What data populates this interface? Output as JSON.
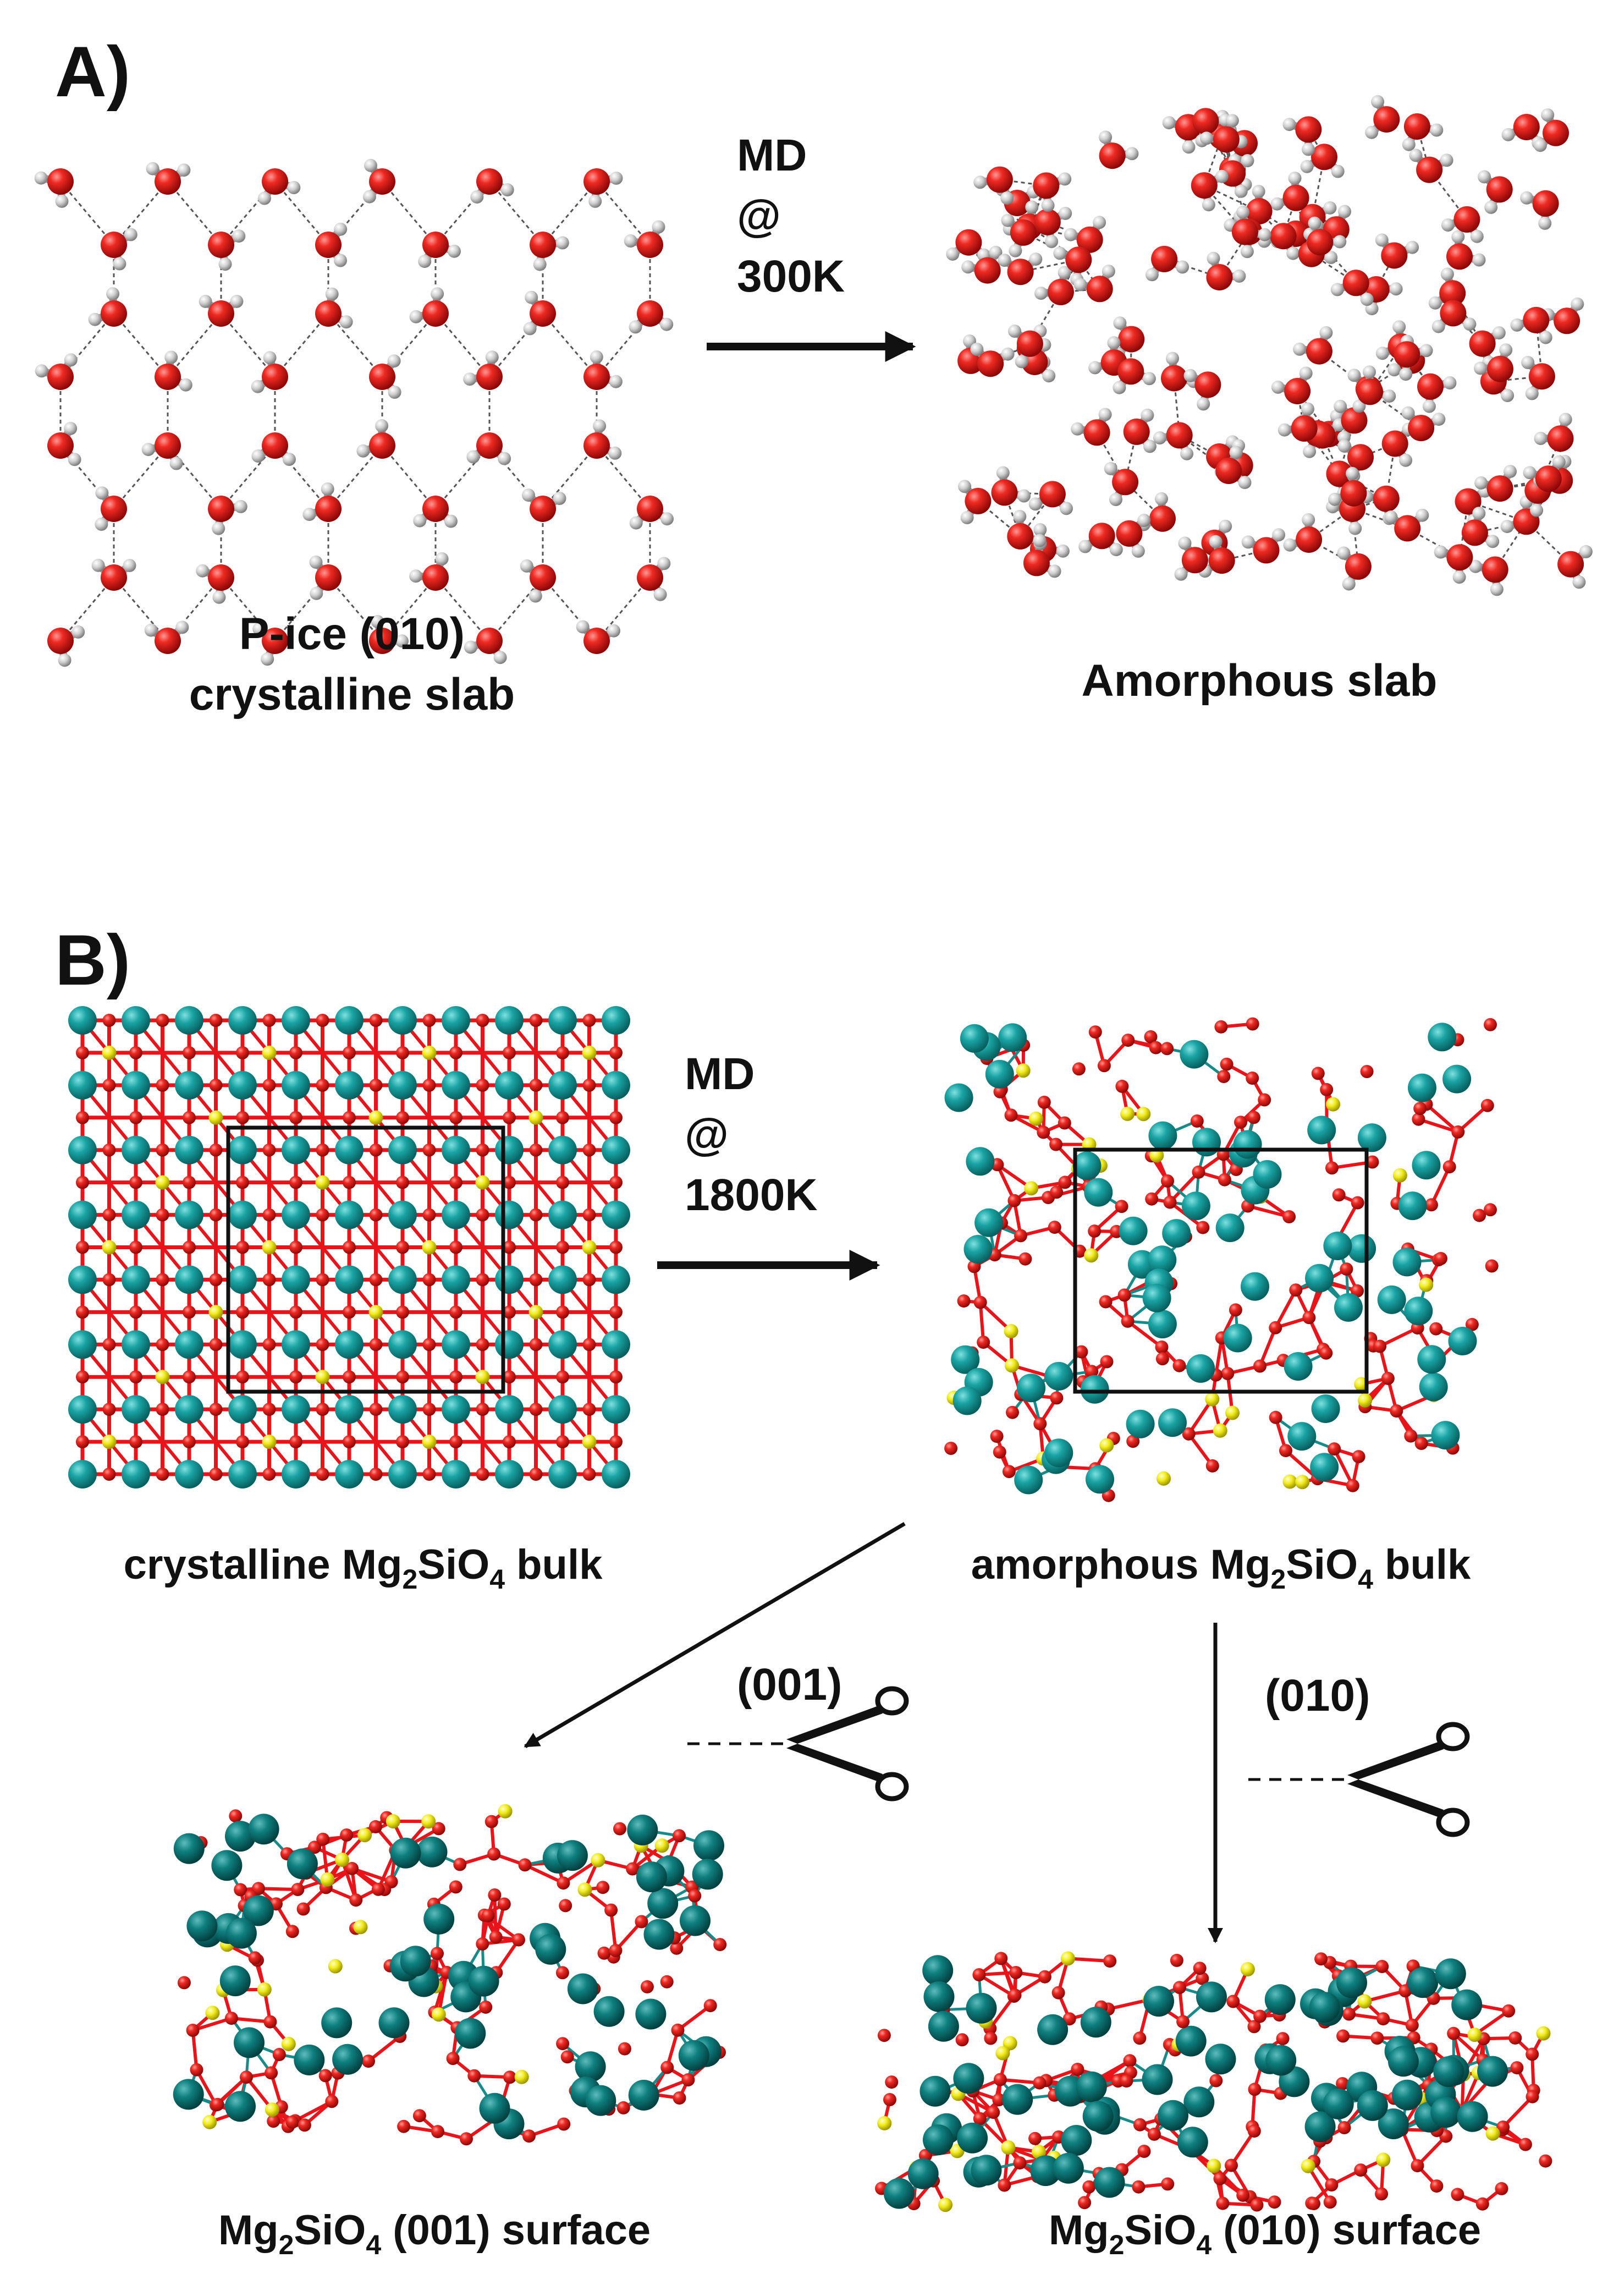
{
  "panel_a": {
    "label": "A)",
    "process": {
      "line1": "MD",
      "line2": "@",
      "line3": "300K"
    },
    "left_caption": {
      "line1": "P-ice (010)",
      "line2": "crystalline slab"
    },
    "right_caption": "Amorphous slab"
  },
  "panel_b": {
    "label": "B)",
    "process": {
      "line1": "MD",
      "line2": "@",
      "line3": "1800K"
    },
    "crystalline_caption": {
      "pre": "crystalline Mg",
      "sub1": "2",
      "mid": "SiO",
      "sub2": "4",
      "post": " bulk"
    },
    "amorphous_caption": {
      "pre": "amorphous Mg",
      "sub1": "2",
      "mid": "SiO",
      "sub2": "4",
      "post": " bulk"
    },
    "cut_001": "(001)",
    "cut_010": "(010)",
    "surface_001_caption": {
      "pre": "Mg",
      "sub1": "2",
      "mid": "SiO",
      "sub2": "4",
      "post": " (001) surface"
    },
    "surface_010_caption": {
      "pre": "Mg",
      "sub1": "2",
      "mid": "SiO",
      "sub2": "4",
      "post": " (010) surface"
    }
  },
  "colors": {
    "oxygen": "#e8141a",
    "hydrogen": "#c8c8c8",
    "magnesium": "#179a9a",
    "magnesium_dark": "#0f7c7c",
    "silicon": "#f2ec1c",
    "text": "#111111"
  },
  "icons": {
    "arrow": "arrow-right-icon",
    "scissors": "scissors-icon"
  }
}
